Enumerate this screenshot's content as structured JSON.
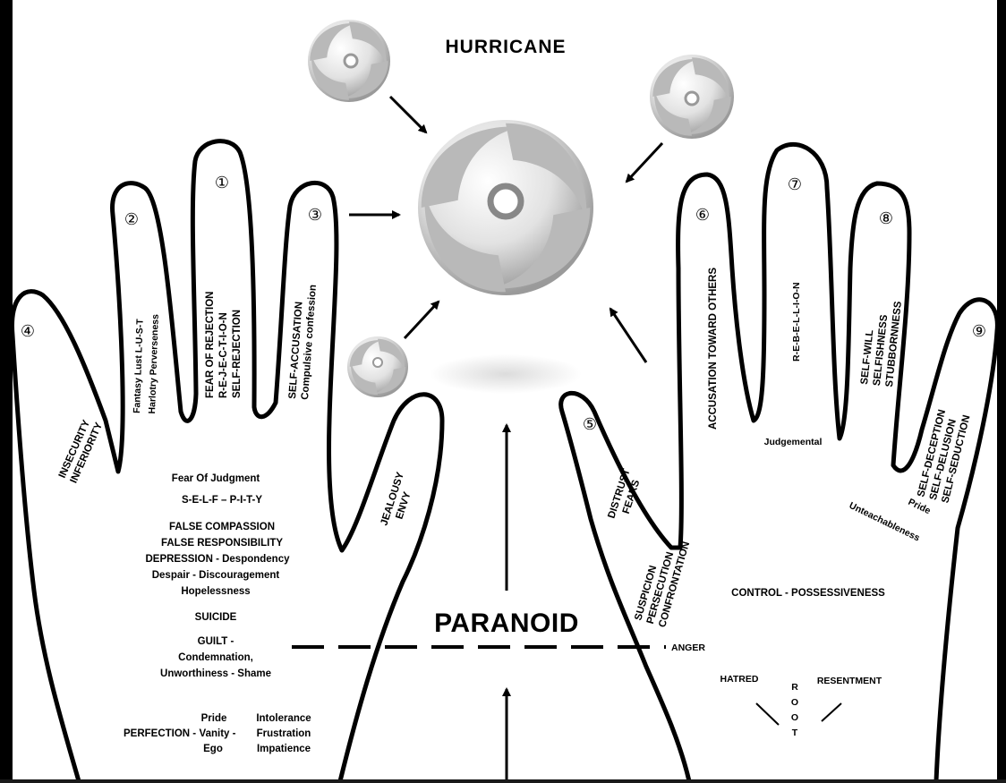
{
  "title": "HURRICANE",
  "center_label": "PARANOID",
  "anger_label": "ANGER",
  "left_hand": {
    "fingers": [
      {
        "number": "④",
        "lines": [
          "INSECURITY",
          "INFERIORITY"
        ]
      },
      {
        "number": "②",
        "lines": [
          "Fantasy Lust   L-U-S-T",
          "Harlotry   Perverseness"
        ]
      },
      {
        "number": "①",
        "lines": [
          "FEAR OF REJECTION",
          "R-E-J-E-C-T-I-O-N",
          "SELF-REJECTION"
        ]
      },
      {
        "number": "③",
        "lines": [
          "SELF-ACCUSATION",
          "Compulsive confession"
        ]
      },
      {
        "lines": [
          "JEALOUSY",
          "ENVY"
        ]
      }
    ],
    "palm": {
      "fear_of_judgment": "Fear Of Judgment",
      "self_pity": "S-E-L-F – P-I-T-Y",
      "false_compassion": "FALSE COMPASSION",
      "false_responsibility": "FALSE RESPONSIBILITY",
      "depression": "DEPRESSION - Despondency",
      "despair": "Despair - Discouragement",
      "hopelessness": "Hopelessness",
      "suicide": "SUICIDE",
      "guilt": "GUILT -",
      "condemnation": "Condemnation,",
      "unworthiness": "Unworthiness - Shame",
      "perfection": "PERFECTION -",
      "pride": "Pride",
      "vanity": "Vanity -",
      "ego": "Ego",
      "intolerance": "Intolerance",
      "frustration": "Frustration",
      "impatience": "Impatience"
    }
  },
  "right_hand": {
    "fingers": [
      {
        "number": "⑤",
        "lines": [
          "DISTRUST",
          "FEARS",
          "SUSPICION",
          "PERSECUTION",
          "CONFRONTATION"
        ]
      },
      {
        "number": "⑥",
        "lines": [
          "ACCUSATION TOWARD OTHERS"
        ]
      },
      {
        "number": "⑦",
        "lines": [
          "R-E-B-E-L-L-I-O-N"
        ]
      },
      {
        "number": "⑧",
        "lines": [
          "SELF-WILL",
          "SELFISHNESS",
          "STUBBORNNESS"
        ]
      },
      {
        "number": "⑨",
        "lines": [
          "SELF-DECEPTION",
          "SELF-DELUSION",
          "SELF-SEDUCTION"
        ]
      }
    ],
    "judgemental": "Judgemental",
    "pride": "Pride",
    "unteachableness": "Unteachableness",
    "control": "CONTROL - POSSESSIVENESS",
    "hatred": "HATRED",
    "resentment": "RESENTMENT",
    "root": [
      "R",
      "O",
      "O",
      "T"
    ]
  }
}
